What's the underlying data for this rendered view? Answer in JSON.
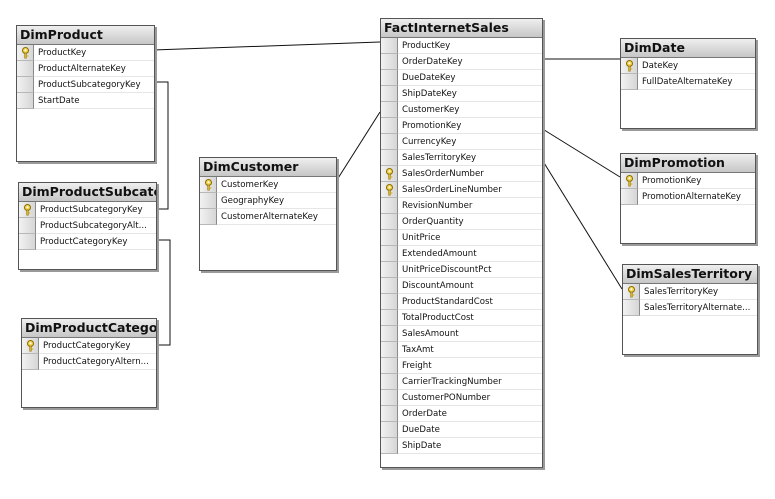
{
  "tables": [
    {
      "id": "fact",
      "title": "FactInternetSales",
      "columns": [
        {
          "name": "ProductKey",
          "pk": false
        },
        {
          "name": "OrderDateKey",
          "pk": false
        },
        {
          "name": "DueDateKey",
          "pk": false
        },
        {
          "name": "ShipDateKey",
          "pk": false
        },
        {
          "name": "CustomerKey",
          "pk": false
        },
        {
          "name": "PromotionKey",
          "pk": false
        },
        {
          "name": "CurrencyKey",
          "pk": false
        },
        {
          "name": "SalesTerritoryKey",
          "pk": false
        },
        {
          "name": "SalesOrderNumber",
          "pk": true
        },
        {
          "name": "SalesOrderLineNumber",
          "pk": true
        },
        {
          "name": "RevisionNumber",
          "pk": false
        },
        {
          "name": "OrderQuantity",
          "pk": false
        },
        {
          "name": "UnitPrice",
          "pk": false
        },
        {
          "name": "ExtendedAmount",
          "pk": false
        },
        {
          "name": "UnitPriceDiscountPct",
          "pk": false
        },
        {
          "name": "DiscountAmount",
          "pk": false
        },
        {
          "name": "ProductStandardCost",
          "pk": false
        },
        {
          "name": "TotalProductCost",
          "pk": false
        },
        {
          "name": "SalesAmount",
          "pk": false
        },
        {
          "name": "TaxAmt",
          "pk": false
        },
        {
          "name": "Freight",
          "pk": false
        },
        {
          "name": "CarrierTrackingNumber",
          "pk": false
        },
        {
          "name": "CustomerPONumber",
          "pk": false
        },
        {
          "name": "OrderDate",
          "pk": false
        },
        {
          "name": "DueDate",
          "pk": false
        },
        {
          "name": "ShipDate",
          "pk": false
        }
      ]
    },
    {
      "id": "product",
      "title": "DimProduct",
      "columns": [
        {
          "name": "ProductKey",
          "pk": true
        },
        {
          "name": "ProductAlternateKey",
          "pk": false
        },
        {
          "name": "ProductSubcategoryKey",
          "pk": false
        },
        {
          "name": "StartDate",
          "pk": false
        }
      ]
    },
    {
      "id": "subcat",
      "title": "DimProductSubcategory",
      "columns": [
        {
          "name": "ProductSubcategoryKey",
          "pk": true
        },
        {
          "name": "ProductSubcategoryAlt...",
          "pk": false
        },
        {
          "name": "ProductCategoryKey",
          "pk": false
        }
      ]
    },
    {
      "id": "category",
      "title": "DimProductCategory",
      "columns": [
        {
          "name": "ProductCategoryKey",
          "pk": true
        },
        {
          "name": "ProductCategoryAltern...",
          "pk": false
        }
      ]
    },
    {
      "id": "customer",
      "title": "DimCustomer",
      "columns": [
        {
          "name": "CustomerKey",
          "pk": true
        },
        {
          "name": "GeographyKey",
          "pk": false
        },
        {
          "name": "CustomerAlternateKey",
          "pk": false
        }
      ]
    },
    {
      "id": "date",
      "title": "DimDate",
      "columns": [
        {
          "name": "DateKey",
          "pk": true
        },
        {
          "name": "FullDateAlternateKey",
          "pk": false
        }
      ]
    },
    {
      "id": "promotion",
      "title": "DimPromotion",
      "columns": [
        {
          "name": "PromotionKey",
          "pk": true
        },
        {
          "name": "PromotionAlternateKey",
          "pk": false
        }
      ]
    },
    {
      "id": "territory",
      "title": "DimSalesTerritory",
      "columns": [
        {
          "name": "SalesTerritoryKey",
          "pk": true
        },
        {
          "name": "SalesTerritoryAlternate...",
          "pk": false
        }
      ]
    }
  ],
  "relationships": [
    {
      "from": "product",
      "to": "fact"
    },
    {
      "from": "subcat",
      "to": "product"
    },
    {
      "from": "category",
      "to": "subcat"
    },
    {
      "from": "customer",
      "to": "fact"
    },
    {
      "from": "date",
      "to": "fact"
    },
    {
      "from": "promotion",
      "to": "fact"
    },
    {
      "from": "territory",
      "to": "fact"
    }
  ]
}
